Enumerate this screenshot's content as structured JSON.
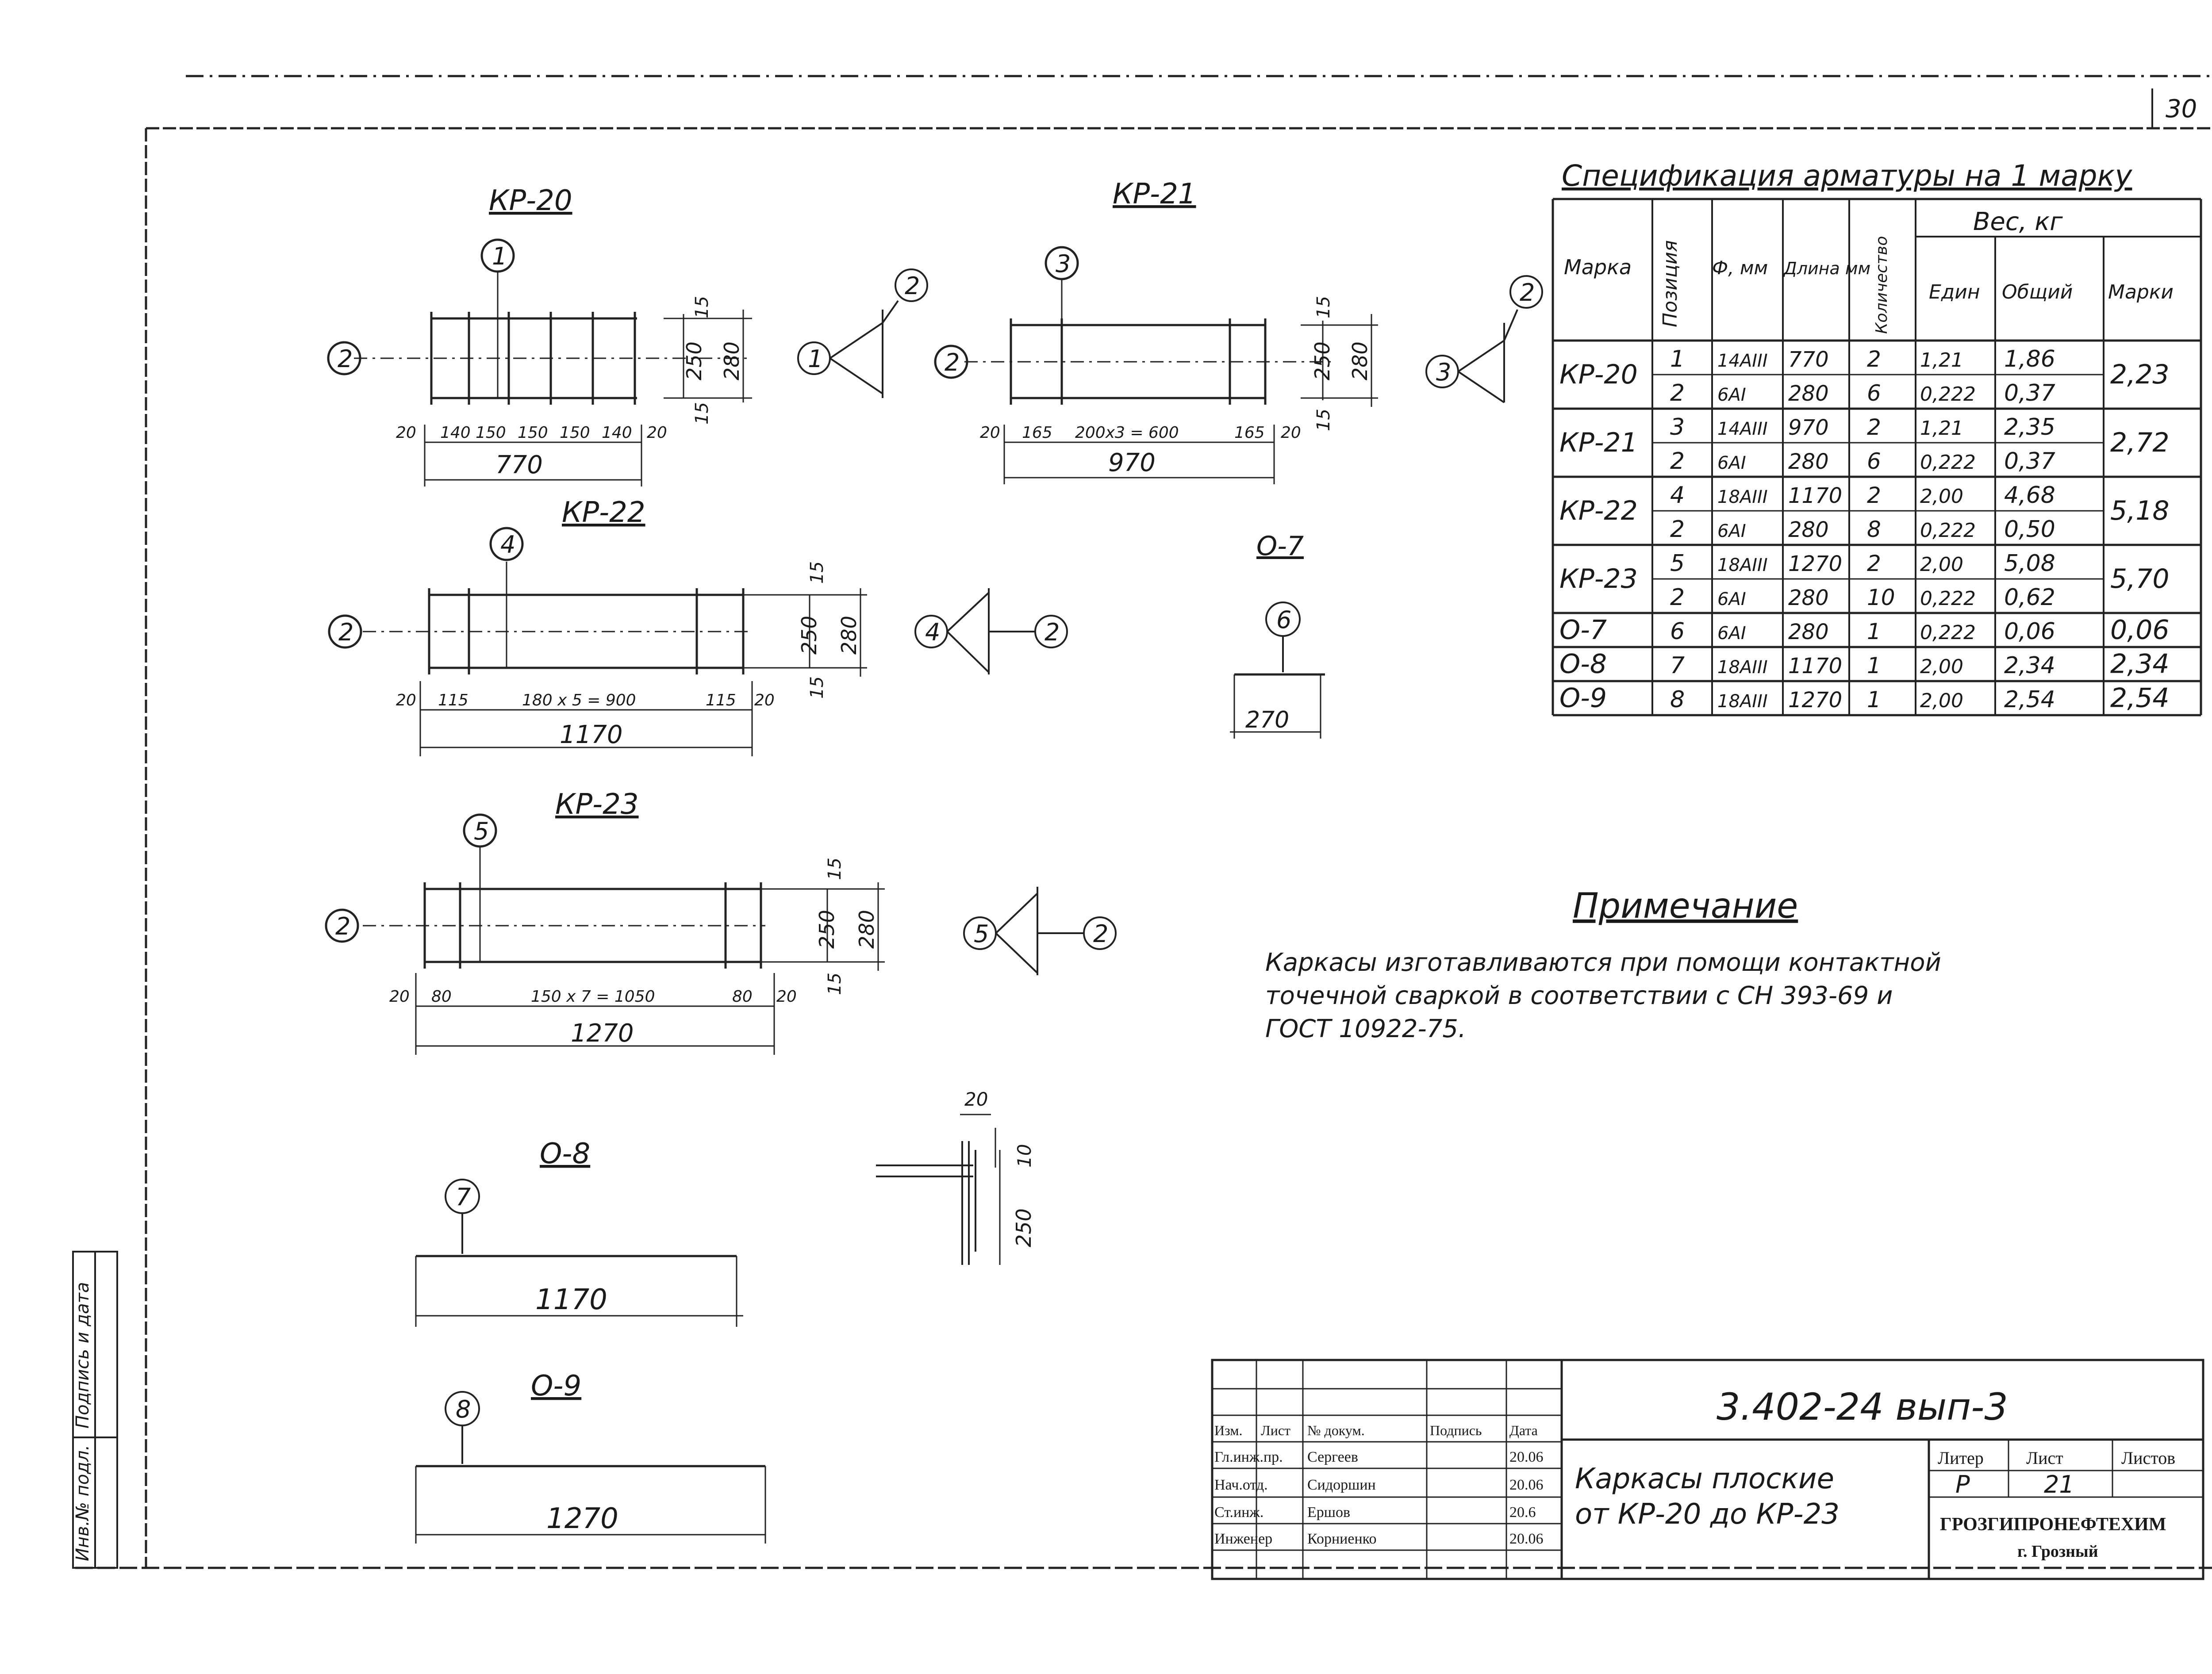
{
  "sheet_corner_number": "30",
  "drawings": {
    "kr20": {
      "title": "КР-20",
      "position_tag": "1",
      "side_tag": "2",
      "total": "770",
      "spacings": [
        "20",
        "140",
        "150",
        "150",
        "150",
        "140",
        "20"
      ],
      "height_total": "280",
      "height_inner": "250",
      "height_edges": [
        "15",
        "15"
      ],
      "section_pos": "1",
      "section_side": "2"
    },
    "kr21": {
      "title": "КР-21",
      "position_tag": "3",
      "side_tag": "2",
      "total": "970",
      "spacings": [
        "20",
        "165",
        "200х3 = 600",
        "165",
        "20"
      ],
      "height_total": "280",
      "height_inner": "250",
      "height_edges": [
        "15",
        "15"
      ],
      "section_pos": "3",
      "section_side": "2"
    },
    "kr22": {
      "title": "КР-22",
      "position_tag": "4",
      "side_tag": "2",
      "total": "1170",
      "spacings": [
        "20",
        "115",
        "180 х 5 = 900",
        "115",
        "20"
      ],
      "height_total": "280",
      "height_inner": "250",
      "height_edges": [
        "15",
        "15"
      ],
      "section_pos": "4",
      "section_side": "2"
    },
    "kr23": {
      "title": "КР-23",
      "position_tag": "5",
      "side_tag": "2",
      "total": "1270",
      "spacings": [
        "20",
        "80",
        "150 х 7 = 1050",
        "80",
        "20"
      ],
      "height_total": "280",
      "height_inner": "250",
      "height_edges": [
        "15",
        "15"
      ],
      "section_pos": "5",
      "section_side": "2"
    },
    "o7": {
      "title": "О-7",
      "position_tag": "6",
      "length": "270"
    },
    "o8": {
      "title": "О-8",
      "position_tag": "7",
      "length": "1170"
    },
    "o9": {
      "title": "О-9",
      "position_tag": "8",
      "length": "1270"
    },
    "detail": {
      "dim_top": "20",
      "dim_side": "10",
      "dim_height": "250"
    }
  },
  "spec_table": {
    "title": "Спецификация арматуры на 1 марку",
    "headers": {
      "mark": "Марка",
      "position": "Позиция",
      "diameter": "Ф, мм",
      "length": "Длина мм",
      "quantity": "Количество",
      "weight": "Вес, кг",
      "unit": "Един",
      "total": "Общий",
      "per_mark": "Марки"
    },
    "rows": [
      {
        "mark": "КР-20",
        "per_mark": "2,23",
        "items": [
          {
            "pos": "1",
            "dia": "14AIII",
            "len": "770",
            "qty": "2",
            "unit": "1,21",
            "total": "1,86"
          },
          {
            "pos": "2",
            "dia": "6AI",
            "len": "280",
            "qty": "6",
            "unit": "0,222",
            "total": "0,37"
          }
        ]
      },
      {
        "mark": "КР-21",
        "per_mark": "2,72",
        "items": [
          {
            "pos": "3",
            "dia": "14AIII",
            "len": "970",
            "qty": "2",
            "unit": "1,21",
            "total": "2,35"
          },
          {
            "pos": "2",
            "dia": "6AI",
            "len": "280",
            "qty": "6",
            "unit": "0,222",
            "total": "0,37"
          }
        ]
      },
      {
        "mark": "КР-22",
        "per_mark": "5,18",
        "items": [
          {
            "pos": "4",
            "dia": "18AIII",
            "len": "1170",
            "qty": "2",
            "unit": "2,00",
            "total": "4,68"
          },
          {
            "pos": "2",
            "dia": "6AI",
            "len": "280",
            "qty": "8",
            "unit": "0,222",
            "total": "0,50"
          }
        ]
      },
      {
        "mark": "КР-23",
        "per_mark": "5,70",
        "items": [
          {
            "pos": "5",
            "dia": "18AIII",
            "len": "1270",
            "qty": "2",
            "unit": "2,00",
            "total": "5,08"
          },
          {
            "pos": "2",
            "dia": "6AI",
            "len": "280",
            "qty": "10",
            "unit": "0,222",
            "total": "0,62"
          }
        ]
      },
      {
        "mark": "О-7",
        "per_mark": "0,06",
        "items": [
          {
            "pos": "6",
            "dia": "6AI",
            "len": "280",
            "qty": "1",
            "unit": "0,222",
            "total": "0,06"
          }
        ]
      },
      {
        "mark": "О-8",
        "per_mark": "2,34",
        "items": [
          {
            "pos": "7",
            "dia": "18AIII",
            "len": "1170",
            "qty": "1",
            "unit": "2,00",
            "total": "2,34"
          }
        ]
      },
      {
        "mark": "О-9",
        "per_mark": "2,54",
        "items": [
          {
            "pos": "8",
            "dia": "18AIII",
            "len": "1270",
            "qty": "1",
            "unit": "2,00",
            "total": "2,54"
          }
        ]
      }
    ]
  },
  "note": {
    "title": "Примечание",
    "lines": [
      "Каркасы изготавливаются при помощи контактной",
      "точечной сваркой в соответствии с СН 393-69 и",
      "ГОСТ 10922-75."
    ]
  },
  "title_block": {
    "doc_code": "3.402-24 вып-3",
    "drawing_name_1": "Каркасы плоские",
    "drawing_name_2": "от КР-20 до КР-23",
    "stage_label": "Литер",
    "stage_value": "Р",
    "sheet_label": "Лист",
    "sheet_value": "21",
    "sheets_label": "Листов",
    "organization": "ГРОЗГИПРОНЕФТЕХИМ",
    "city": "г. Грозный",
    "head_labels": [
      "Изм.",
      "Лист",
      "№ докум.",
      "Подпись",
      "Дата"
    ],
    "people": [
      {
        "role": "Гл.инж.пр.",
        "name": "Сергеев",
        "date": "20.06"
      },
      {
        "role": "Нач.отд.",
        "name": "Сидоршин",
        "date": "20.06"
      },
      {
        "role": "Ст.инж.",
        "name": "Ершов",
        "date": "20.6"
      },
      {
        "role": "Инженер",
        "name": "Корниенко",
        "date": "20.06"
      }
    ]
  },
  "margin_stamp": {
    "inv_label": "Инв.№ подл.",
    "sign_label": "Подпись и дата"
  }
}
